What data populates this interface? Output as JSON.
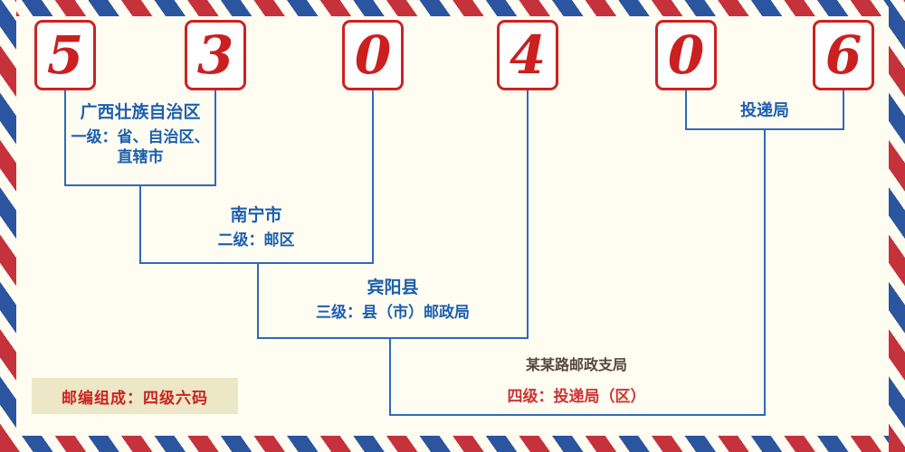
{
  "digits": [
    "5",
    "3",
    "0",
    "4",
    "0",
    "6"
  ],
  "groups": {
    "level1": {
      "place": "广西壮族自治区",
      "desc": "一级：省、自治区、直辖市"
    },
    "level2": {
      "place": "南宁市",
      "desc": "二级：邮区"
    },
    "level3": {
      "place": "宾阳县",
      "desc": "三级：县（市）邮政局"
    },
    "level4": {
      "place": "某某路邮政支局",
      "desc": "四级：投递局（区）"
    },
    "delivery": {
      "label": "投递局"
    }
  },
  "badge": {
    "text": "邮编组成：四级六码"
  },
  "colors": {
    "digit_red": "#cc1f1f",
    "box_border_red": "#cc2222",
    "line_blue": "#2e6ab8",
    "label_blue": "#1c5fae",
    "level4_place_dark": "#55473a",
    "level4_desc_red": "#cc3333",
    "badge_bg": "#ece7c6",
    "badge_text_red": "#cc2222",
    "border_stripe_red": "#c5323c",
    "border_stripe_blue": "#2c55a0",
    "background_ivory": "#fffdf2"
  }
}
